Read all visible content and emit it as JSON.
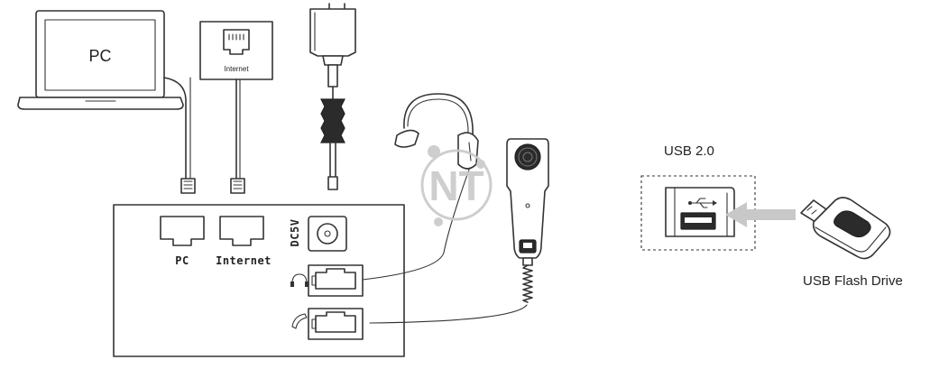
{
  "labels": {
    "pc_laptop": "PC",
    "internet_wall_jack": "Internet",
    "port_pc": "PC",
    "port_internet": "Internet",
    "power_port": "DC5V",
    "usb_port": "USB 2.0",
    "usb_flash_drive": "USB Flash Drive"
  },
  "watermark": {
    "text": "NT"
  },
  "colors": {
    "line": "#333333",
    "dark": "#2b2b2b",
    "arrow": "#c8c8c8",
    "watermark": "#c9c9c9"
  },
  "icons": {
    "headset_port": "headset-icon",
    "handset_port": "handset-icon",
    "usb_symbol": "usb-icon"
  }
}
